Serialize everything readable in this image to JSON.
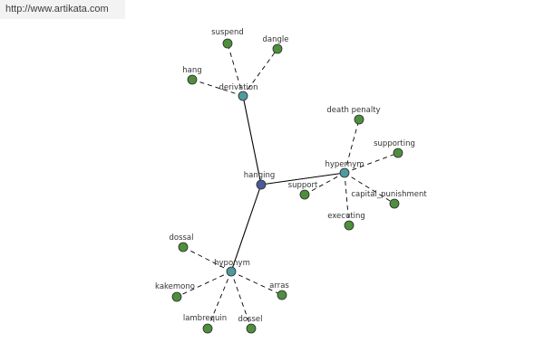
{
  "watermark": "http://www.artikata.com",
  "colors": {
    "root": "#4b5a9a",
    "relation": "#4f9aa0",
    "leaf": "#4e8f3e",
    "edge": "#000000",
    "node_stroke": "#2a2a2a"
  },
  "graph": {
    "root": {
      "id": "hanging",
      "label": "hanging"
    },
    "relations": [
      {
        "id": "derivation",
        "label": "derivation",
        "leaves": [
          "suspend",
          "dangle",
          "hang"
        ]
      },
      {
        "id": "hypernym-right",
        "label": "hypernym",
        "leaves": [
          "death penalty",
          "supporting",
          "support",
          "capital_punishment",
          "executing"
        ]
      },
      {
        "id": "hyponym",
        "label": "hyponym",
        "leaves": [
          "dossal",
          "kakemono",
          "arras",
          "lambrequin",
          "dossel"
        ]
      }
    ]
  }
}
